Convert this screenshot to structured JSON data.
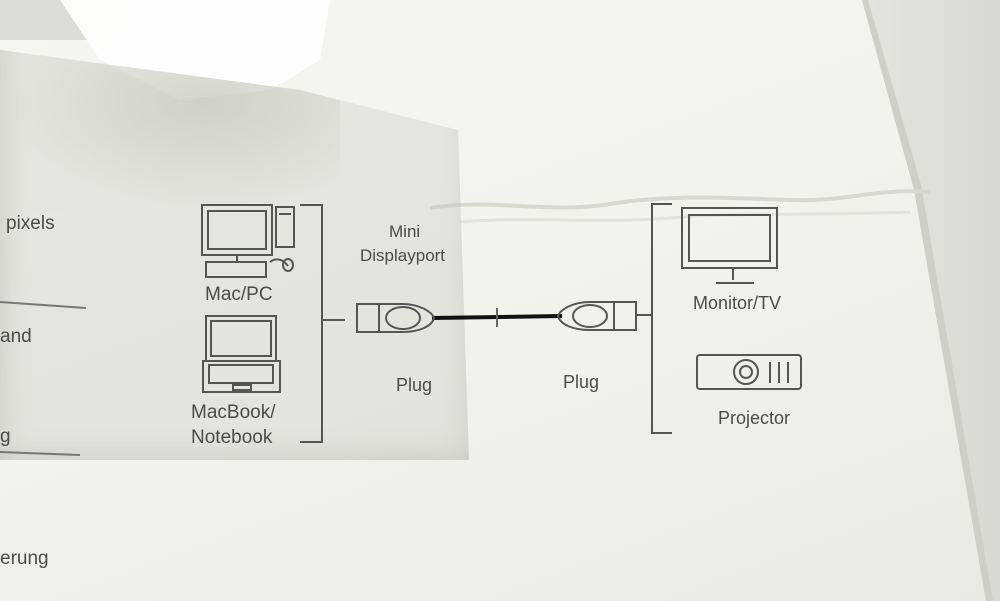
{
  "labels": {
    "pixels": "pixels",
    "and": "and",
    "g": "g",
    "rung": "erung",
    "mini": "Mini",
    "displayport": "Displayport",
    "mac_pc": "Mac/PC",
    "macbook1": "MacBook/",
    "macbook2": "Notebook",
    "plug_left": "Plug",
    "plug_right": "Plug",
    "monitor_tv": "Monitor/TV",
    "projector": "Projector"
  },
  "icons": [
    "desktop-computer-icon",
    "laptop-icon",
    "mini-displayport-plug-icon",
    "cable-icon",
    "monitor-icon",
    "projector-icon"
  ],
  "colors": {
    "ink": "#4b4b4b",
    "cable": "#111111",
    "box": "#f3f3f0"
  }
}
